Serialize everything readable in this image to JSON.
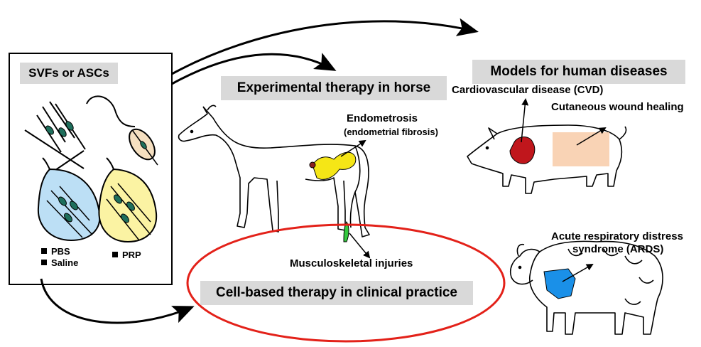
{
  "source_box": {
    "title": "SVFs or ASCs",
    "vehicle_a": [
      "PBS",
      "Saline"
    ],
    "vehicle_b": "PRP"
  },
  "horse_section": {
    "title": "Experimental therapy in horse",
    "condition_1": "Endometrosis",
    "condition_1_detail": "(endometrial fibrosis)",
    "condition_2": "Musculoskeletal injuries"
  },
  "clinical": {
    "title": "Cell-based therapy in clinical practice"
  },
  "models": {
    "title": "Models for human diseases",
    "pig_label_1": "Cardiovascular disease (CVD)",
    "pig_label_2": "Cutaneous wound healing",
    "sheep_label_line1": "Acute respiratory distress",
    "sheep_label_line2": "syndrome (ARDS)"
  },
  "colors": {
    "banner_bg": "#d9d9d9",
    "ellipse": "#e32119",
    "blue_drop": "#bcdff5",
    "yellow_drop": "#fbf3a3",
    "beige_cell": "#f5dfc0",
    "cell_green": "#1f6f5c",
    "uterus_yellow": "#f5e616",
    "leg_green": "#34c83e",
    "heart_red": "#c0161c",
    "skin_patch": "#f9d3b5",
    "lung_blue": "#1a90e8"
  },
  "icons": [
    "horse-illustration",
    "pig-illustration",
    "sheep-illustration",
    "cell-icon",
    "arrow-icon"
  ]
}
